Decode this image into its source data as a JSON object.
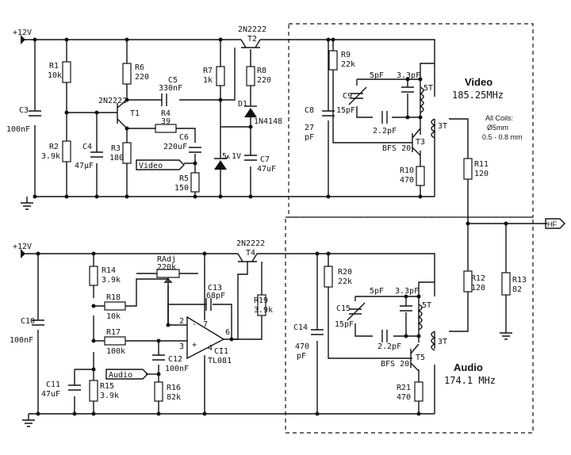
{
  "supply": {
    "top": "+12V",
    "bottom": "+12V"
  },
  "components": {
    "R1": {
      "ref": "R1",
      "val": "10k"
    },
    "R2": {
      "ref": "R2",
      "val": "3.9k"
    },
    "R3": {
      "ref": "R3",
      "val": "180"
    },
    "R4": {
      "ref": "R4",
      "val": "39"
    },
    "R5": {
      "ref": "R5",
      "val": "150"
    },
    "R6": {
      "ref": "R6",
      "val": "220"
    },
    "R7": {
      "ref": "R7",
      "val": "1k"
    },
    "R8": {
      "ref": "R8",
      "val": "220"
    },
    "R9": {
      "ref": "R9",
      "val": "22k"
    },
    "R10": {
      "ref": "R10",
      "val": "470"
    },
    "R11": {
      "ref": "R11",
      "val": "120"
    },
    "R12": {
      "ref": "R12",
      "val": "120"
    },
    "R13": {
      "ref": "R13",
      "val": "82"
    },
    "R14": {
      "ref": "R14",
      "val": "3.9k"
    },
    "R15": {
      "ref": "R15",
      "val": "3.9k"
    },
    "R16": {
      "ref": "R16",
      "val": "82k"
    },
    "R17": {
      "ref": "R17",
      "val": "100k"
    },
    "R18": {
      "ref": "R18",
      "val": "10k"
    },
    "R19": {
      "ref": "R19",
      "val": "3.9k"
    },
    "R20": {
      "ref": "R20",
      "val": "22k"
    },
    "R21": {
      "ref": "R21",
      "val": "470"
    },
    "RAdj": {
      "ref": "RAdj",
      "val": "220k"
    },
    "C3": {
      "ref": "C3",
      "val": "100nF"
    },
    "C4": {
      "ref": "C4",
      "val": "47µF"
    },
    "C5": {
      "ref": "C5",
      "val": "330nF"
    },
    "C6": {
      "ref": "C6",
      "val": "220uF"
    },
    "C7": {
      "ref": "C7",
      "val": "47uF"
    },
    "C8": {
      "ref": "C8",
      "val1": "27",
      "val2": "pF"
    },
    "C9": {
      "ref": "C9",
      "val": "15pF"
    },
    "C10": {
      "ref": "C10",
      "val": "100nF"
    },
    "C11": {
      "ref": "C11",
      "val": "47uF"
    },
    "C12": {
      "ref": "C12",
      "val": "100nF"
    },
    "C13": {
      "ref": "C13",
      "val": "68pF"
    },
    "C14": {
      "ref": "C14",
      "val1": "470",
      "val2": "pF"
    },
    "C15": {
      "ref": "C15",
      "val": "15pF"
    },
    "T1": {
      "ref": "T1",
      "part": "2N2222"
    },
    "T2": {
      "ref": "T2",
      "part": "2N2222"
    },
    "T3": {
      "ref": "T3",
      "part": "BFS 20"
    },
    "T4": {
      "ref": "T4",
      "part": "2N2222"
    },
    "T5": {
      "ref": "T5",
      "part": "BFS 20"
    },
    "D1": {
      "ref": "D1",
      "part": "1N4148"
    },
    "Z1": {
      "val": "5.1V"
    },
    "IC1": {
      "ref": "CI1",
      "part": "TL081",
      "pins": {
        "p2": "2",
        "p3": "3",
        "p4": "4",
        "p6": "6",
        "p7": "7",
        "plus": "+",
        "minus": "-"
      }
    }
  },
  "tank_video": {
    "c_a": "5pF",
    "c_b": "3.3pF",
    "c_c": "2.2pF",
    "coil": "5T",
    "link": "3T"
  },
  "tank_audio": {
    "c_a": "5pF",
    "c_b": "3.3pF",
    "c_c": "2.2pF",
    "coil": "5T",
    "link": "3T"
  },
  "ports": {
    "video": "Video",
    "audio": "Audio",
    "rf_out": "HF"
  },
  "sections": {
    "video_title": "Video",
    "video_freq": "185.25MHz",
    "audio_title": "Audio",
    "audio_freq": "174.1 MHz"
  },
  "coil_note": {
    "line1": "All Coils:",
    "line2": "Ø5mm",
    "line3": "0.5 - 0.8 mm"
  }
}
